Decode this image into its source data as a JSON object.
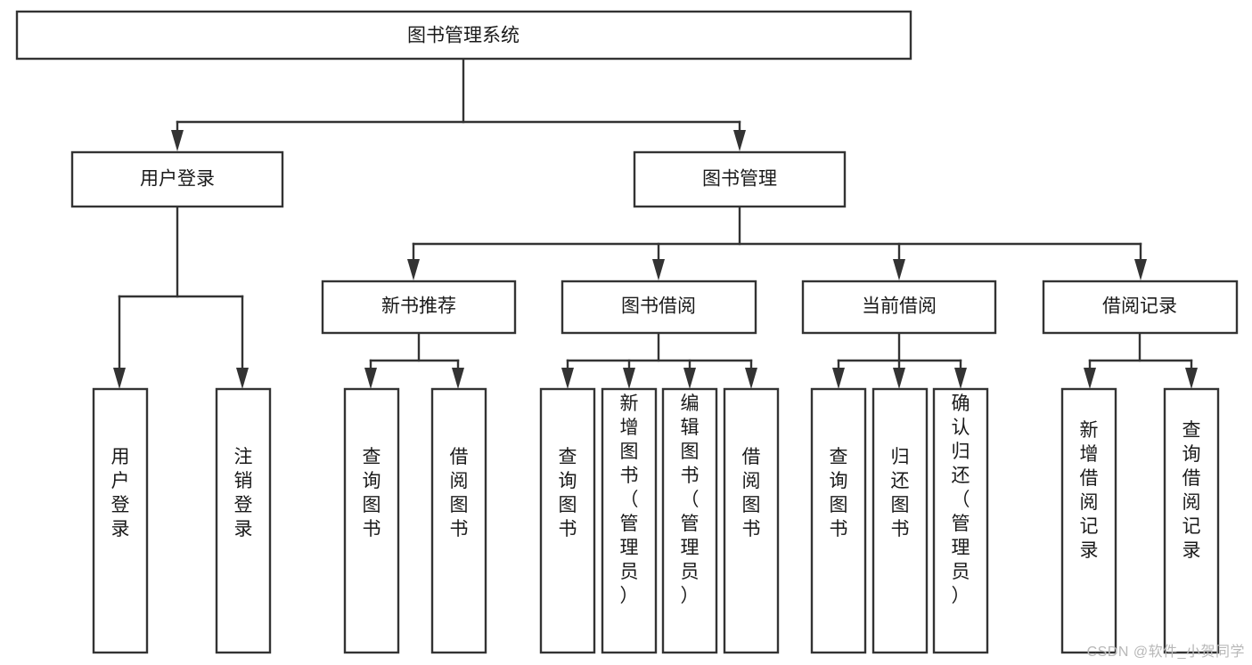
{
  "diagram": {
    "type": "tree-hierarchy",
    "title": "图书管理系统",
    "watermark": "CSDN @软件_小贺同学",
    "colors": {
      "stroke": "#333333",
      "fill": "#ffffff",
      "text": "#1a1a1a",
      "watermark": "#b8b8b8"
    },
    "levels": {
      "root": {
        "label": "图书管理系统"
      },
      "level2": [
        {
          "label": "用户登录"
        },
        {
          "label": "图书管理"
        }
      ],
      "level3": [
        {
          "label": "新书推荐"
        },
        {
          "label": "图书借阅"
        },
        {
          "label": "当前借阅"
        },
        {
          "label": "借阅记录"
        }
      ],
      "leaves": [
        {
          "label": "用户登录",
          "parent": "用户登录"
        },
        {
          "label": "注销登录",
          "parent": "用户登录"
        },
        {
          "label": "查询图书",
          "parent": "新书推荐"
        },
        {
          "label": "借阅图书",
          "parent": "新书推荐"
        },
        {
          "label": "查询图书",
          "parent": "图书借阅"
        },
        {
          "label": "新增图书（管理员）",
          "parent": "图书借阅"
        },
        {
          "label": "编辑图书（管理员）",
          "parent": "图书借阅"
        },
        {
          "label": "借阅图书",
          "parent": "图书借阅"
        },
        {
          "label": "查询图书",
          "parent": "当前借阅"
        },
        {
          "label": "归还图书",
          "parent": "当前借阅"
        },
        {
          "label": "确认归还（管理员）",
          "parent": "当前借阅"
        },
        {
          "label": "新增借阅记录",
          "parent": "借阅记录"
        },
        {
          "label": "查询借阅记录",
          "parent": "借阅记录"
        }
      ]
    }
  }
}
